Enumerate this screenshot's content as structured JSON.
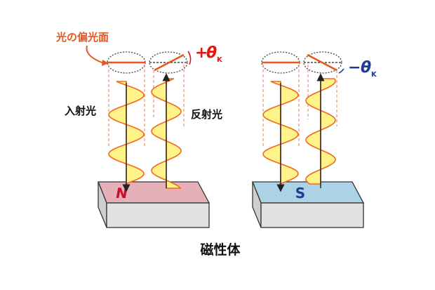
{
  "labels": {
    "polarization_plane": "光の偏光面",
    "incident_light": "入射光",
    "reflected_light": "反射光",
    "magnetic_body": "磁性体",
    "theta_plus_sign": "+",
    "theta_minus_sign": "−",
    "theta_symbol": "θ",
    "theta_subscript": "K",
    "north_pole": "N",
    "south_pole": "S"
  },
  "colors": {
    "polarization_line": "#e8561e",
    "dashed_guide": "#f07850",
    "wave_fill": "#fff38a",
    "wave_stroke": "#f06a1e",
    "north_top": "#e6b0b8",
    "south_top": "#acd2e6",
    "magnet_side": "#e2e2e2",
    "north_text": "#c8102e",
    "south_text": "#1a3c9a",
    "theta_plus": "#e8140a",
    "theta_minus": "#1a3c9a",
    "label_orange": "#e8561e"
  },
  "panels": [
    {
      "name": "north",
      "rotation": "positive"
    },
    {
      "name": "south",
      "rotation": "negative"
    }
  ]
}
